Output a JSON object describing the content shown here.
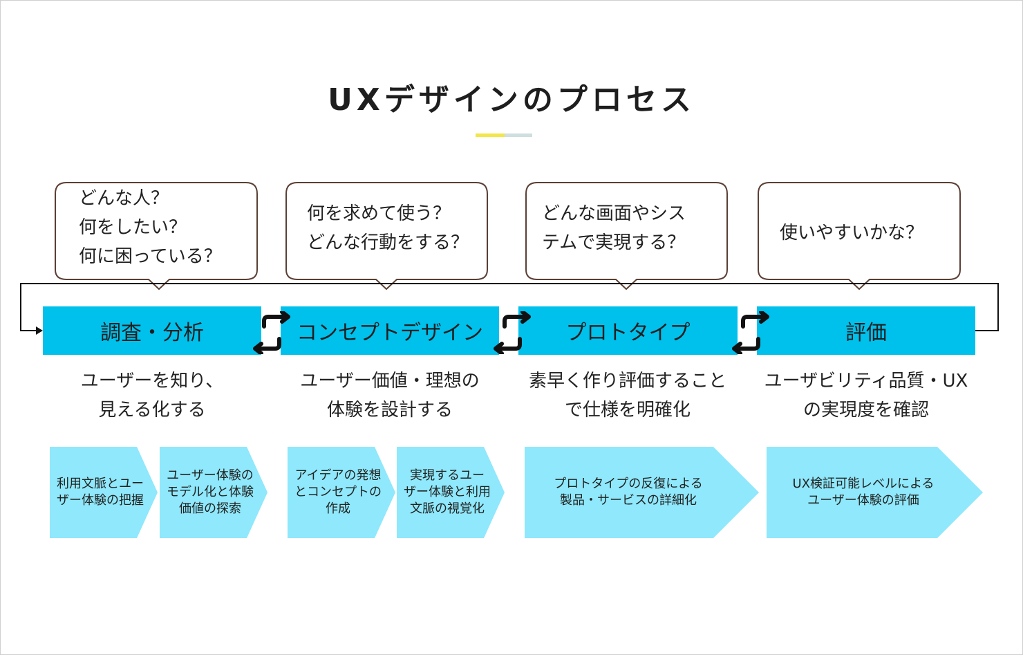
{
  "title": "UXデザインのプロセス",
  "bubbles": [
    {
      "lines": [
        "どんな人？",
        "何をしたい？",
        "何に困っている？"
      ]
    },
    {
      "lines": [
        "何を求めて使う？",
        "どんな行動をする？"
      ]
    },
    {
      "lines": [
        "どんな画面やシス",
        "テムで実現する？"
      ]
    },
    {
      "lines": [
        "使いやすいかな？"
      ]
    }
  ],
  "stages": [
    {
      "label": "調査・分析"
    },
    {
      "label": "コンセプトデザイン"
    },
    {
      "label": "プロトタイプ"
    },
    {
      "label": "評価"
    }
  ],
  "descriptions": [
    {
      "lines": [
        "ユーザーを知り、",
        "見える化する"
      ]
    },
    {
      "lines": [
        "ユーザー価値・理想の",
        "体験を設計する"
      ]
    },
    {
      "lines": [
        "素早く作り評価すること",
        "で仕様を明確化"
      ]
    },
    {
      "lines": [
        "ユーザビリティ品質・UX",
        "の実現度を確認"
      ]
    }
  ],
  "steps": [
    {
      "lines": [
        "利用文脈とユー",
        "ザー体験の把握"
      ]
    },
    {
      "lines": [
        "ユーザー体験の",
        "モデル化と体験",
        "価値の探索"
      ]
    },
    {
      "lines": [
        "アイデアの発想",
        "とコンセプトの",
        "作成"
      ]
    },
    {
      "lines": [
        "実現するユー",
        "ザー体験と利用",
        "文脈の視覚化"
      ]
    },
    {
      "lines": [
        "プロトタイプの反復による",
        "製品・サービスの詳細化"
      ]
    },
    {
      "lines": [
        "UX検証可能レベルによる",
        "ユーザー体験の評価"
      ]
    }
  ],
  "colors": {
    "stage": "#00c0ec",
    "step": "#8fe8fb",
    "bubble_border": "#5a3f33",
    "accent_yellow": "#f2e64a",
    "accent_gray": "#cfdede"
  },
  "icons": [
    "cycle-arrows-icon"
  ]
}
